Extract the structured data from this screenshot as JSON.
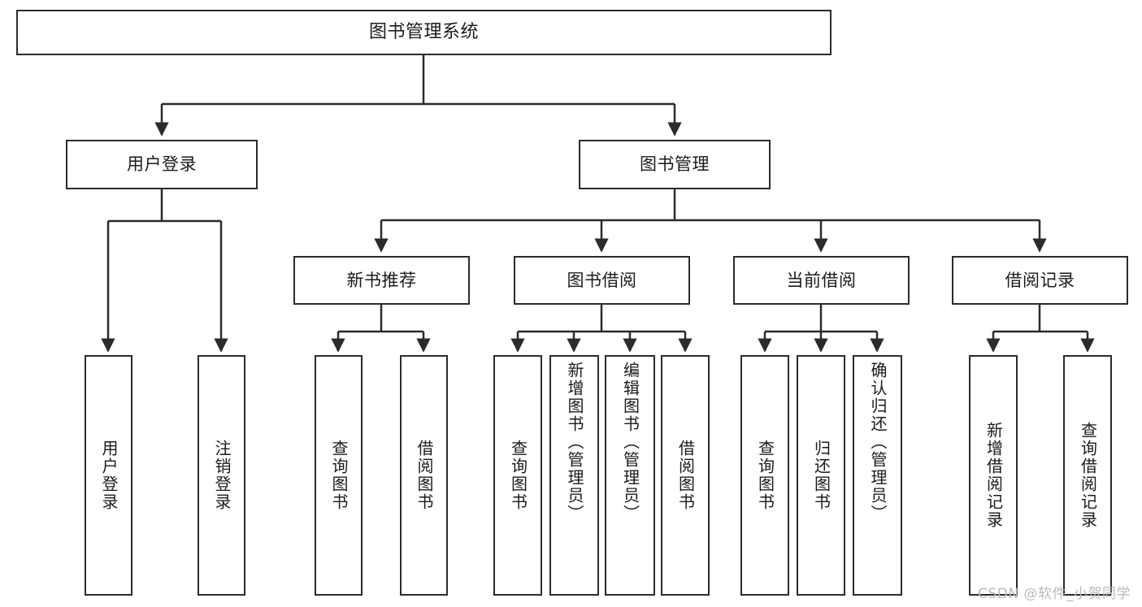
{
  "diagram": {
    "title": "图书管理系统",
    "type": "functional-structure-tree",
    "root": {
      "label": "图书管理系统"
    },
    "level2": [
      {
        "label": "用户登录"
      },
      {
        "label": "图书管理"
      }
    ],
    "level3": [
      {
        "label": "新书推荐"
      },
      {
        "label": "图书借阅"
      },
      {
        "label": "当前借阅"
      },
      {
        "label": "借阅记录"
      }
    ],
    "leaves": {
      "user_login": [
        {
          "label": "用户登录"
        },
        {
          "label": "注销登录"
        }
      ],
      "new_book_recommend": [
        {
          "label": "查询图书"
        },
        {
          "label": "借阅图书"
        }
      ],
      "book_borrow": [
        {
          "label": "查询图书"
        },
        {
          "label": "新增图书（管理员）"
        },
        {
          "label": "编辑图书（管理员）"
        },
        {
          "label": "借阅图书"
        }
      ],
      "current_borrow": [
        {
          "label": "查询图书"
        },
        {
          "label": "归还图书"
        },
        {
          "label": "确认归还（管理员）"
        }
      ],
      "borrow_records": [
        {
          "label": "新增借阅记录"
        },
        {
          "label": "查询借阅记录"
        }
      ]
    }
  },
  "watermark": {
    "text": "CSDN @软件_小贺同学"
  },
  "colors": {
    "stroke": "#2b2b2b",
    "fill": "#ffffff",
    "text": "#1b1b1b",
    "watermark": "#b9b9b9"
  }
}
